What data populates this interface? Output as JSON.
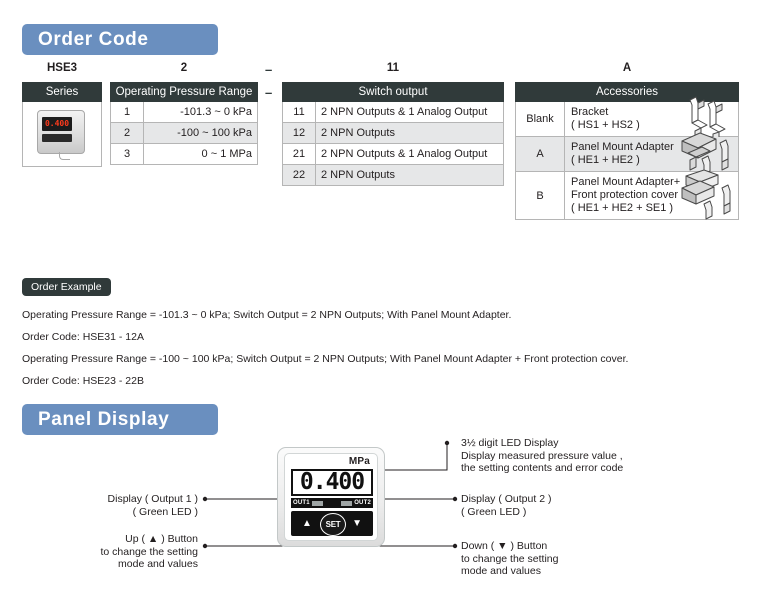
{
  "sections": {
    "order_code": "Order Code",
    "panel_display": "Panel Display"
  },
  "code_labels": {
    "series": "HSE3",
    "pressure": "2",
    "switch": "11",
    "accessory": "A",
    "dash1": "–",
    "dash2": "–"
  },
  "tables": {
    "series": {
      "header": "Series",
      "photo_value": "0.400"
    },
    "pressure": {
      "header": "Operating Pressure Range",
      "rows": [
        {
          "code": "1",
          "value": "-101.3 ~ 0 kPa"
        },
        {
          "code": "2",
          "value": "-100 ~ 100 kPa"
        },
        {
          "code": "3",
          "value": "0 ~ 1 MPa"
        }
      ]
    },
    "switch": {
      "header": "Switch output",
      "rows": [
        {
          "code": "11",
          "value": "2 NPN Outputs & 1 Analog Output"
        },
        {
          "code": "12",
          "value": "2 NPN Outputs"
        },
        {
          "code": "21",
          "value": "2 NPN Outputs & 1 Analog Output"
        },
        {
          "code": "22",
          "value": "2 NPN Outputs"
        }
      ]
    },
    "accessories": {
      "header": "Accessories",
      "rows": [
        {
          "code": "Blank",
          "line1": "Bracket",
          "line2": "( HS1 + HS2 )",
          "line3": ""
        },
        {
          "code": "A",
          "line1": "Panel Mount Adapter",
          "line2": "( HE1 + HE2 )",
          "line3": ""
        },
        {
          "code": "B",
          "line1": "Panel Mount Adapter+",
          "line2": "Front protection cover",
          "line3": "( HE1 + HE2 + SE1 )"
        }
      ]
    }
  },
  "order_example": {
    "chip": "Order Example",
    "line1": "Operating Pressure Range = -101.3 ~ 0 kPa;  Switch Output = 2 NPN Outputs;  With Panel Mount Adapter.",
    "line2": "Order Code:  HSE31 - 12A",
    "line3": "Operating Pressure Range = -100 ~ 100 kPa;   Switch Output = 2 NPN Outputs;  With Panel Mount Adapter + Front protection cover.",
    "line4": "Order Code:  HSE23 - 22B"
  },
  "device": {
    "unit": "MPa",
    "value": "0.400",
    "out1": "OUT1",
    "out2": "OUT2",
    "up_glyph": "▲",
    "down_glyph": "▼",
    "set_label": "SET"
  },
  "callouts": {
    "led_display": {
      "line1": "3½ digit LED Display",
      "line2": "Display measured pressure value ,",
      "line3": "the setting contents and error code"
    },
    "output1": {
      "line1": "Display ( Output 1 )",
      "line2": "( Green LED )"
    },
    "output2": {
      "line1": "Display ( Output 2 )",
      "line2": "( Green LED )"
    },
    "up_button": {
      "line1": "Up ( ▲ ) Button",
      "line2": "to change the setting",
      "line3": "mode and values"
    },
    "down_button": {
      "line1": "Down ( ▼ ) Button",
      "line2": "to change the setting",
      "line3": "mode and values"
    }
  },
  "colors": {
    "banner": "#6a8fbf",
    "table_header": "#303a3a",
    "row_alt": "#e6e7e8",
    "text": "#231f20"
  }
}
